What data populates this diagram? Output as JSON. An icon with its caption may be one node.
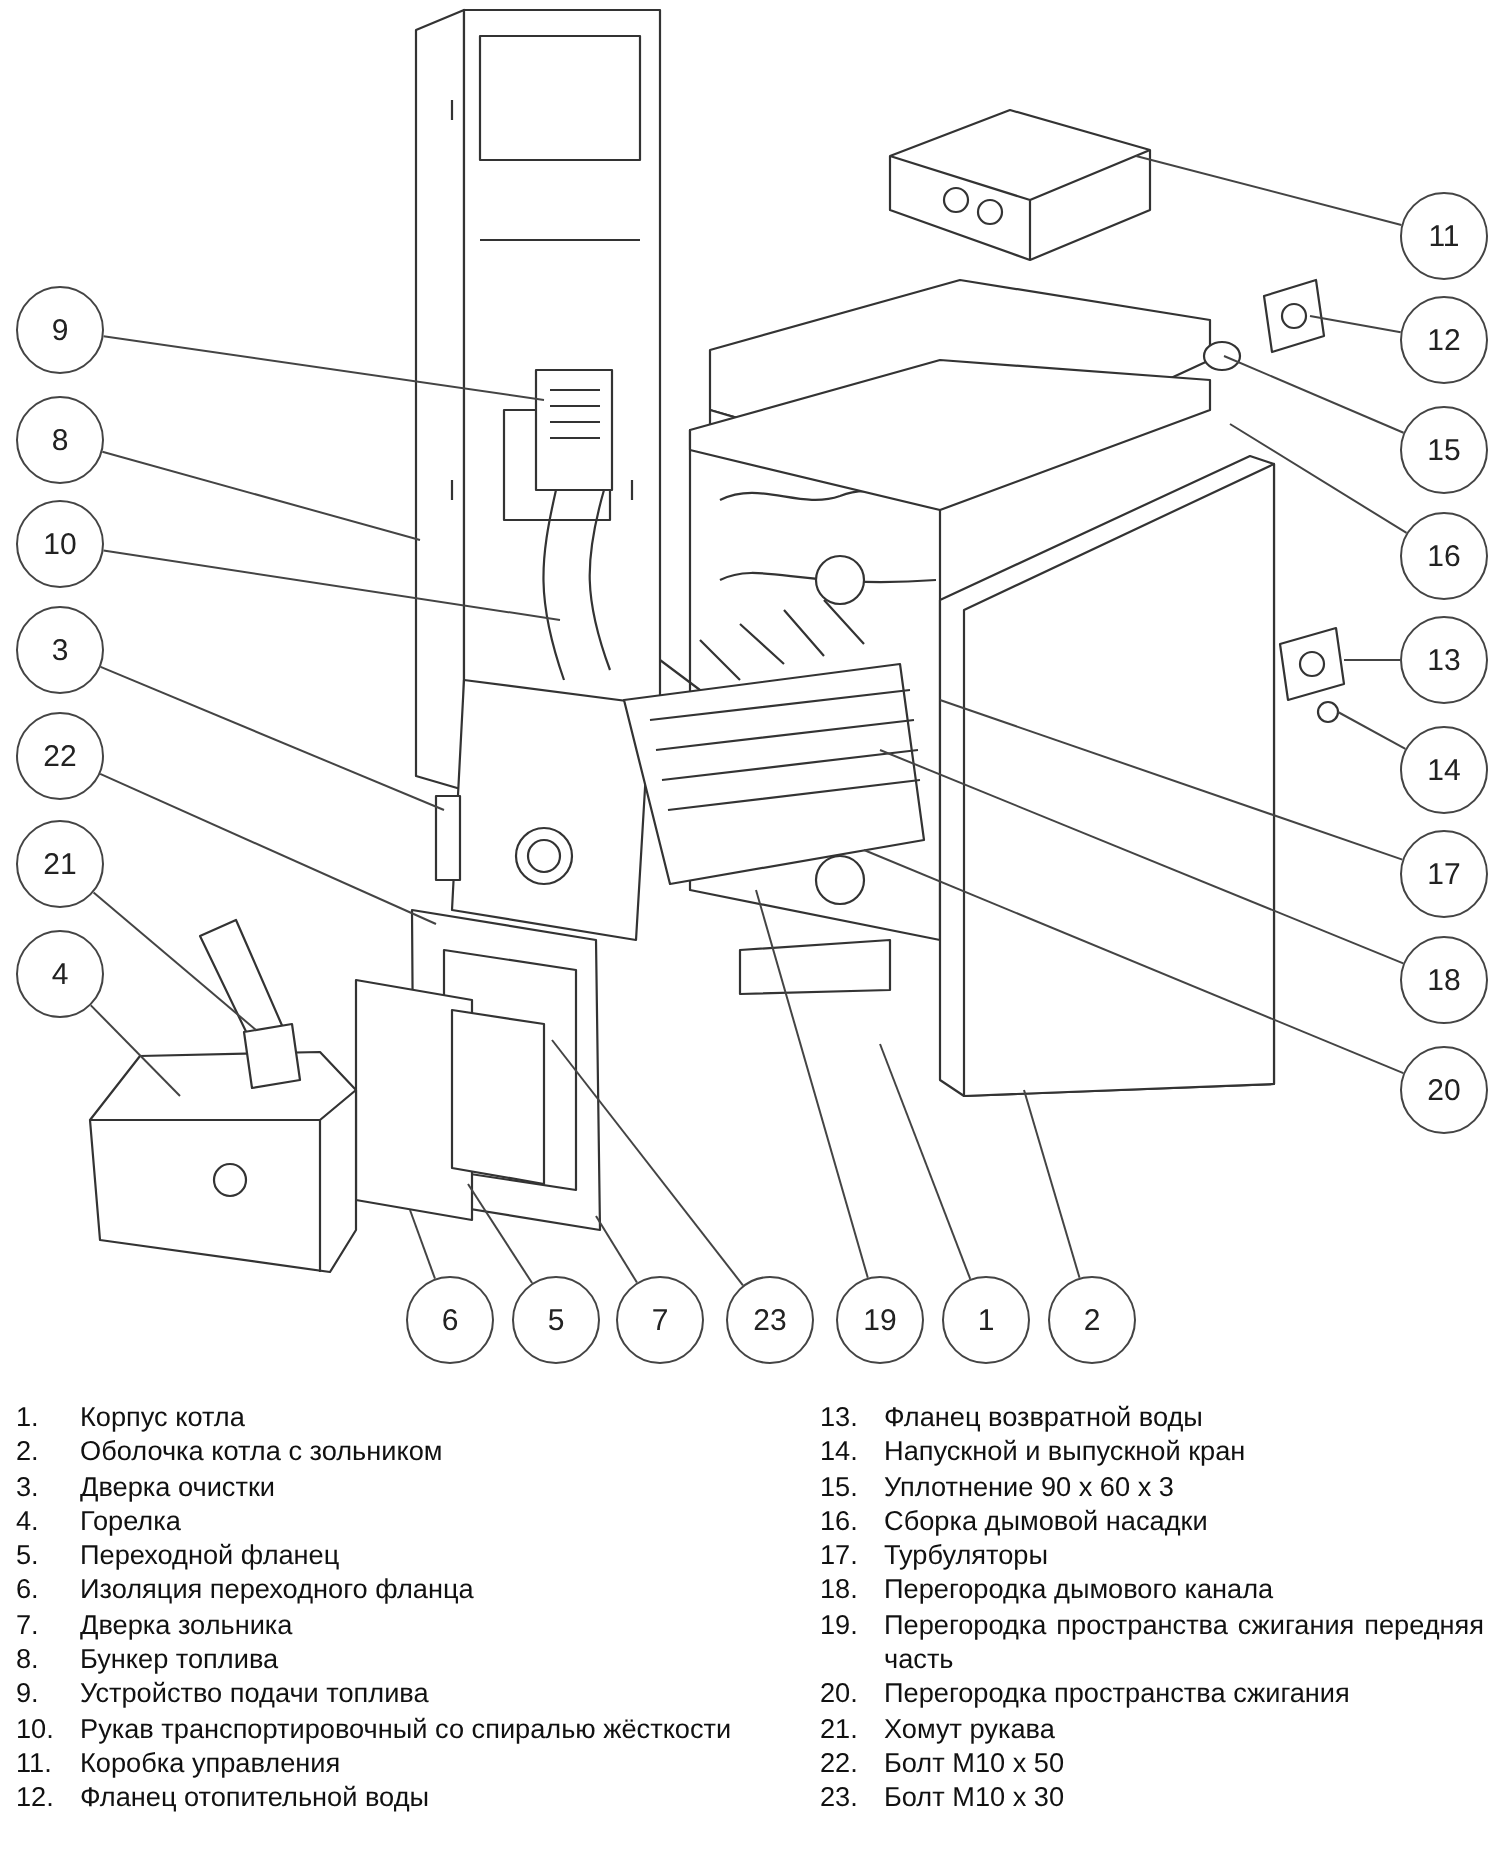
{
  "diagram": {
    "nodes": [
      {
        "text": [
          "9"
        ]
      },
      {
        "text": [
          "8"
        ]
      },
      {
        "text": [
          "10"
        ]
      },
      {
        "text": [
          "3"
        ]
      },
      {
        "text": [
          "22"
        ]
      },
      {
        "text": [
          "21"
        ]
      },
      {
        "text": [
          "4"
        ]
      },
      {
        "text": [
          "11"
        ]
      },
      {
        "text": [
          "12"
        ]
      },
      {
        "text": [
          "15"
        ]
      },
      {
        "text": [
          "16"
        ]
      },
      {
        "text": [
          "13"
        ]
      },
      {
        "text": [
          "14"
        ]
      },
      {
        "text": [
          "17"
        ]
      },
      {
        "text": [
          "18"
        ]
      },
      {
        "text": [
          "20"
        ]
      },
      {
        "text": [
          "6"
        ]
      },
      {
        "text": [
          "5"
        ]
      },
      {
        "text": [
          "7"
        ]
      },
      {
        "text": [
          "23"
        ]
      },
      {
        "text": [
          "19"
        ]
      },
      {
        "text": [
          "1"
        ]
      },
      {
        "text": [
          "2"
        ]
      }
    ],
    "edges": [
      {
        "from": 0,
        "to": null,
        "arrow": "none"
      },
      {
        "from": 1,
        "to": null,
        "arrow": "none"
      },
      {
        "from": 2,
        "to": null,
        "arrow": "none"
      },
      {
        "from": 3,
        "to": null,
        "arrow": "none"
      },
      {
        "from": 4,
        "to": null,
        "arrow": "none"
      },
      {
        "from": 5,
        "to": null,
        "arrow": "none"
      },
      {
        "from": 6,
        "to": null,
        "arrow": "none"
      },
      {
        "from": 7,
        "to": null,
        "arrow": "none"
      },
      {
        "from": 8,
        "to": null,
        "arrow": "none"
      },
      {
        "from": 9,
        "to": null,
        "arrow": "none"
      },
      {
        "from": 10,
        "to": null,
        "arrow": "none"
      },
      {
        "from": 11,
        "to": null,
        "arrow": "none"
      },
      {
        "from": 12,
        "to": null,
        "arrow": "none"
      },
      {
        "from": 13,
        "to": null,
        "arrow": "none"
      },
      {
        "from": 14,
        "to": null,
        "arrow": "none"
      },
      {
        "from": 15,
        "to": null,
        "arrow": "none"
      },
      {
        "from": 16,
        "to": null,
        "arrow": "none"
      },
      {
        "from": 17,
        "to": null,
        "arrow": "none"
      },
      {
        "from": 18,
        "to": null,
        "arrow": "none"
      },
      {
        "from": 19,
        "to": null,
        "arrow": "none"
      },
      {
        "from": 20,
        "to": null,
        "arrow": "none"
      },
      {
        "from": 21,
        "to": null,
        "arrow": "none"
      },
      {
        "from": 22,
        "to": null,
        "arrow": "none"
      }
    ],
    "labels": [
      "1.",
      "Корпус котла",
      "2.",
      "Оболочка котла с зольником",
      "3.",
      "Дверка очистки",
      "4.",
      "Горелка",
      "5.",
      "Переходной фланец",
      "6.",
      "Изоляция переходного фланца",
      "7.",
      "Дверка зольника",
      "8.",
      "Бункер топлива",
      "9.",
      "Устройство подачи топлива",
      "10.",
      "Рукав транспортировочный со спиралью жёсткости",
      "11.",
      "Коробка управления",
      "12.",
      "Фланец отопительной воды",
      "13.",
      "Фланец возвратной воды",
      "14.",
      "Напускной и выпускной кран",
      "15.",
      "Уплотнение 90 x 60 x 3",
      "16.",
      "Сборка дымовой насадки",
      "17.",
      "Турбуляторы",
      "18.",
      "Перегородка дымового канала",
      "19.",
      "Перегородка пространства сжигания передняя часть",
      "20.",
      "Перегородка пространства сжигания",
      "21.",
      "Хомут рукава",
      "22.",
      "Болт M10 x 50",
      "23.",
      "Болт M10 x 30"
    ]
  }
}
